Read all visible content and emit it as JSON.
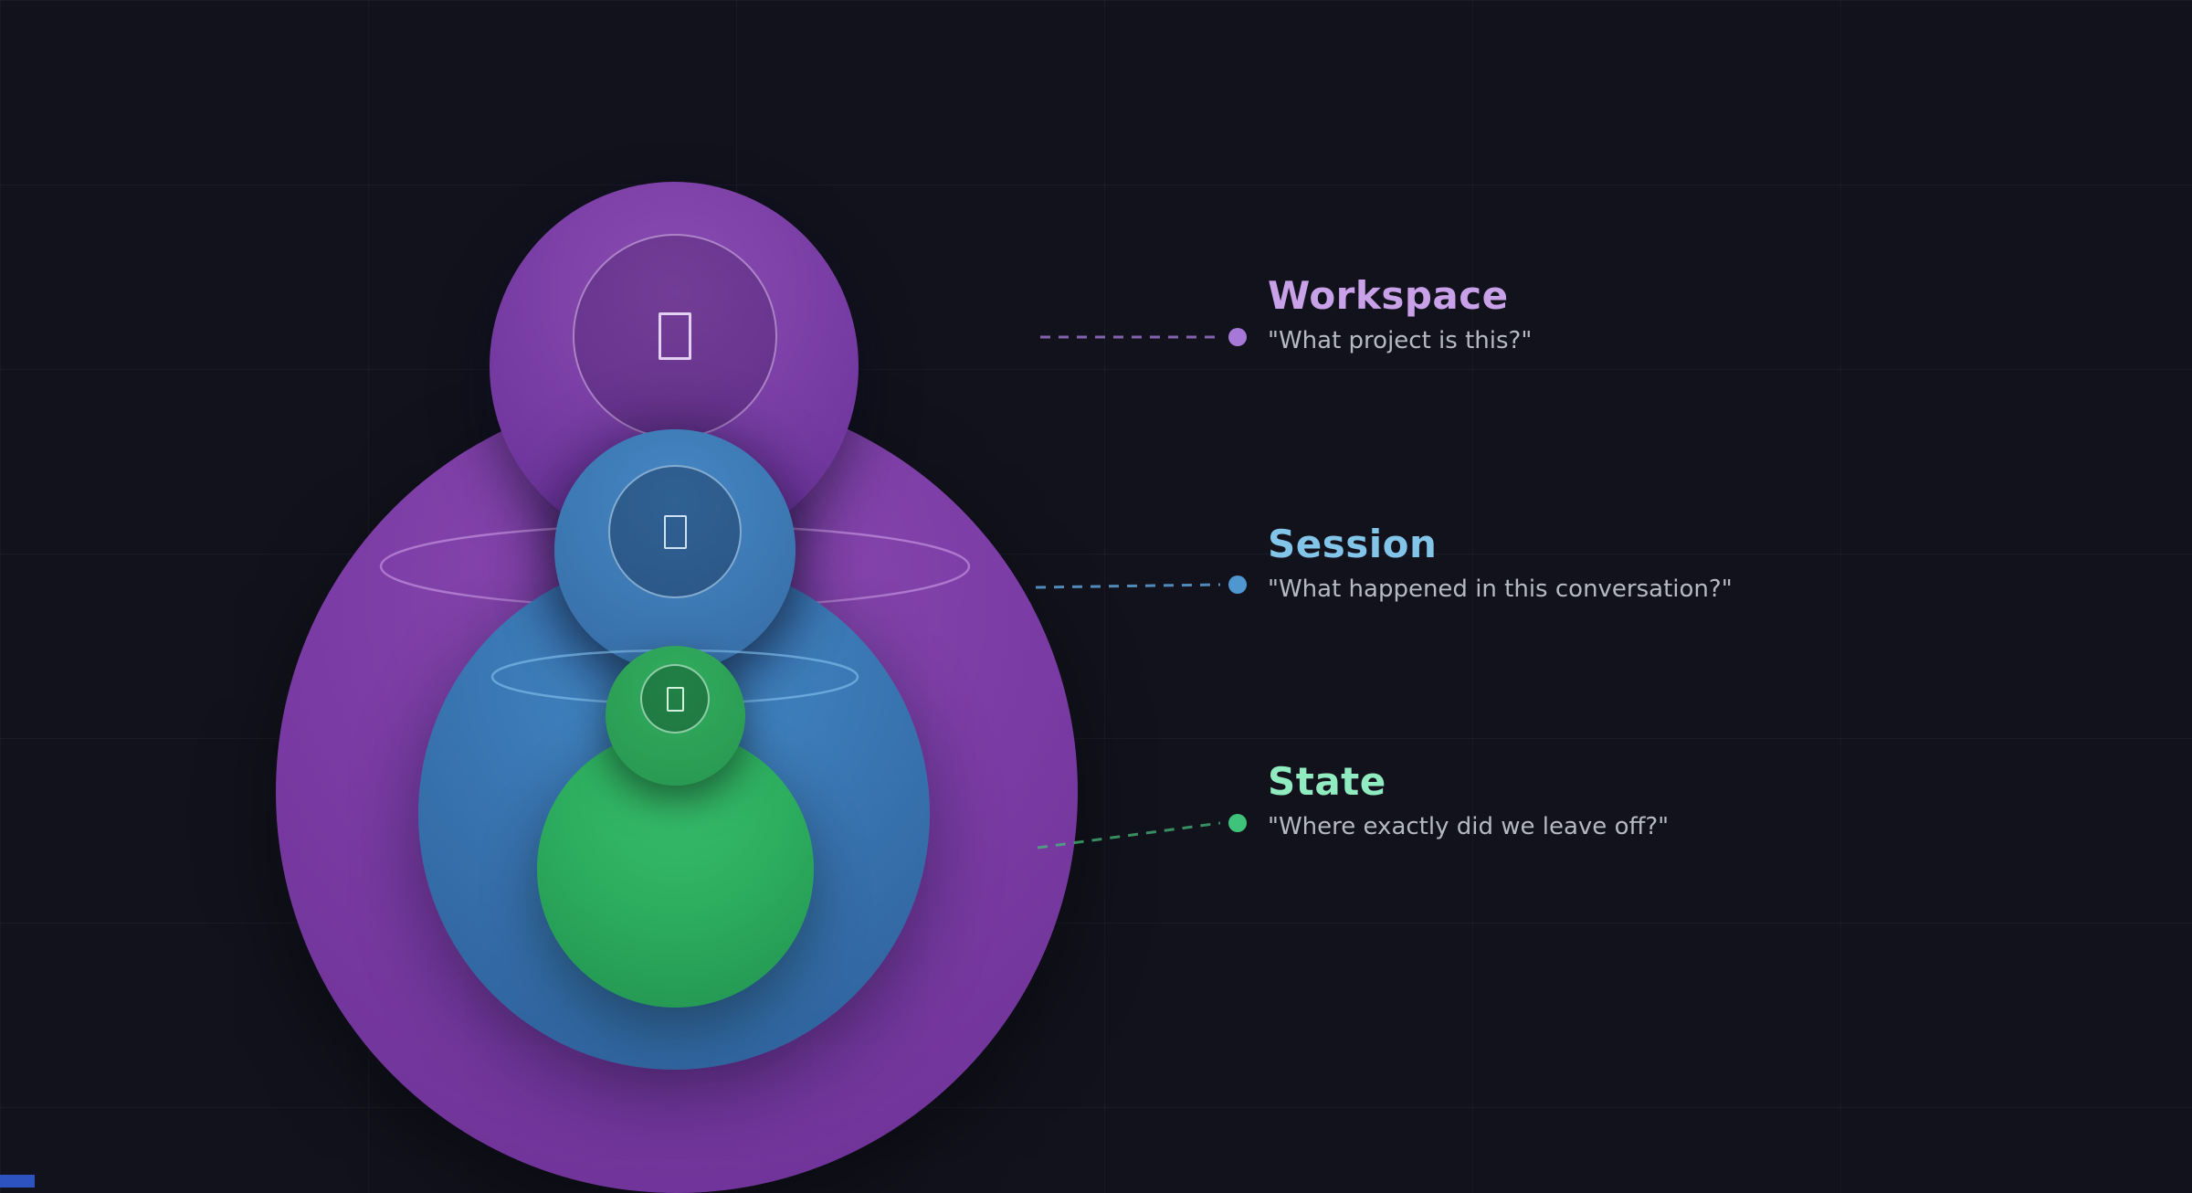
{
  "scene": {
    "background_color": "#12121d",
    "grid_color": "#1d2030",
    "accent_chip_color": "#2d53c0"
  },
  "layers": [
    {
      "id": "workspace",
      "title": "Workspace",
      "quote": "\"What project is this?\"",
      "title_color": "#c9a1e8",
      "circle_color": "#7c3da6",
      "dot_color": "#a678d8",
      "icon": "workspace-glyph-box"
    },
    {
      "id": "session",
      "title": "Session",
      "quote": "\"What happened in this conversation?\"",
      "title_color": "#83c5e9",
      "circle_color": "#3a77b4",
      "dot_color": "#4e97d0",
      "icon": "session-glyph-box"
    },
    {
      "id": "state",
      "title": "State",
      "quote": "\"Where exactly did we leave off?\"",
      "title_color": "#90ecc0",
      "circle_color": "#2dad5e",
      "dot_color": "#3fc27a",
      "icon": "state-glyph-box"
    }
  ]
}
